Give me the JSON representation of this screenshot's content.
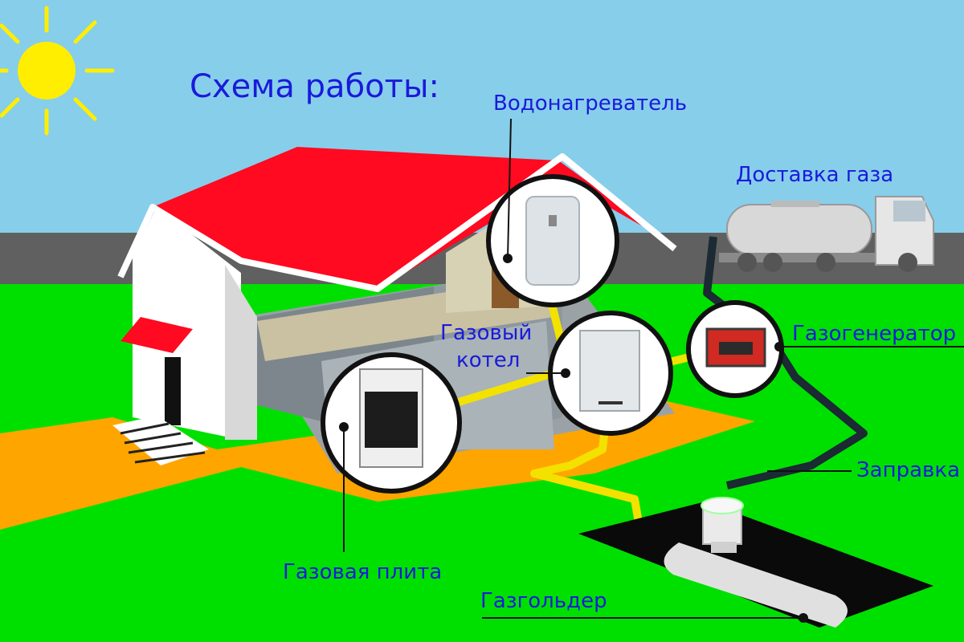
{
  "title": "Схема работы:",
  "labels": {
    "water_heater": "Водонагреватель",
    "gas_delivery": "Доставка газа",
    "gas_generator": "Газогенератор",
    "gas_boiler_line1": "Газовый",
    "gas_boiler_line2": "котел",
    "refueling": "Заправка",
    "gas_stove": "Газовая плита",
    "gas_holder": "Газгольдер"
  },
  "colors": {
    "sky": "#87ceeb",
    "grass": "#00e000",
    "road": "#606060",
    "roof": "#ff0a20",
    "path": "#ffa500",
    "pipe": "#f3e100",
    "hose": "#1b2a33",
    "label": "#1a1adb",
    "sun": "#ffee00"
  }
}
